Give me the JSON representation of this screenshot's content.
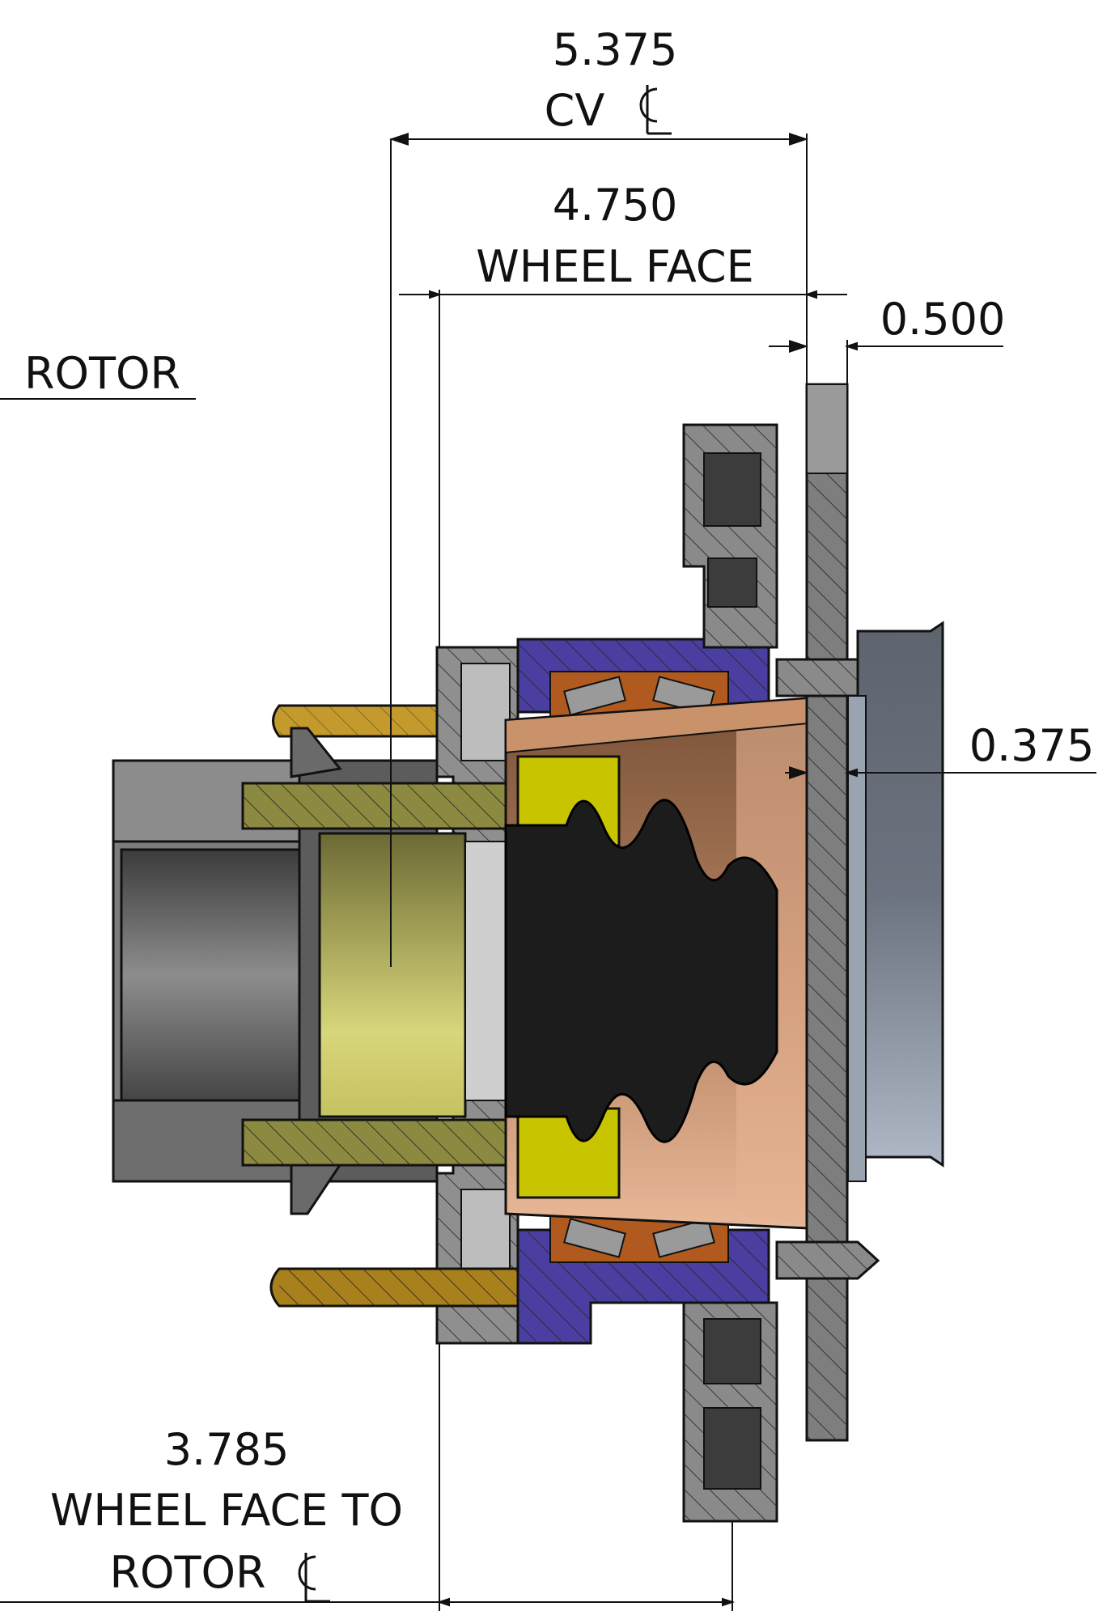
{
  "dimensions": {
    "cv_cl": {
      "value": "5.375",
      "label": "CV"
    },
    "wheel_face": {
      "value": "4.750",
      "label": "WHEEL FACE"
    },
    "rotor_offset": {
      "value": "0.500"
    },
    "hub_offset": {
      "value": "0.375"
    },
    "wheel_face_to_rotor": {
      "value": "3.785",
      "label_line1": "WHEEL FACE TO",
      "label_line2": "ROTOR"
    }
  },
  "callouts": {
    "rotor": "ROTOR"
  },
  "colors": {
    "bearing_carrier": "#4a3fa0",
    "hub": "#c9926a",
    "boot": "#1a1a1a",
    "yellow_part": "#c9c400",
    "upright": "#8a8a8a",
    "stud": "#b08a20",
    "spacer_green": "#8c8a40"
  }
}
